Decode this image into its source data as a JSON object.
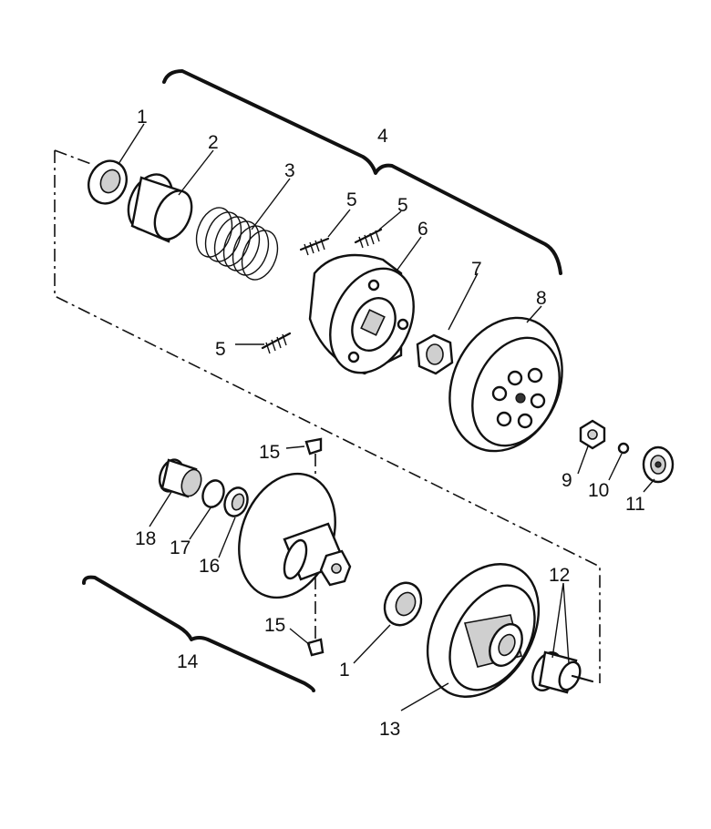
{
  "diagram": {
    "callouts": [
      {
        "id": "c1a",
        "text": "1"
      },
      {
        "id": "c2",
        "text": "2"
      },
      {
        "id": "c3",
        "text": "3"
      },
      {
        "id": "c4",
        "text": "4"
      },
      {
        "id": "c5a",
        "text": "5"
      },
      {
        "id": "c5b",
        "text": "5"
      },
      {
        "id": "c5c",
        "text": "5"
      },
      {
        "id": "c6",
        "text": "6"
      },
      {
        "id": "c7",
        "text": "7"
      },
      {
        "id": "c8",
        "text": "8"
      },
      {
        "id": "c9",
        "text": "9"
      },
      {
        "id": "c10",
        "text": "10"
      },
      {
        "id": "c11",
        "text": "11"
      },
      {
        "id": "c12",
        "text": "12"
      },
      {
        "id": "c13",
        "text": "13"
      },
      {
        "id": "c14",
        "text": "14"
      },
      {
        "id": "c15a",
        "text": "15"
      },
      {
        "id": "c15b",
        "text": "15"
      },
      {
        "id": "c16",
        "text": "16"
      },
      {
        "id": "c17",
        "text": "17"
      },
      {
        "id": "c18",
        "text": "18"
      },
      {
        "id": "c1b",
        "text": "1"
      }
    ]
  }
}
